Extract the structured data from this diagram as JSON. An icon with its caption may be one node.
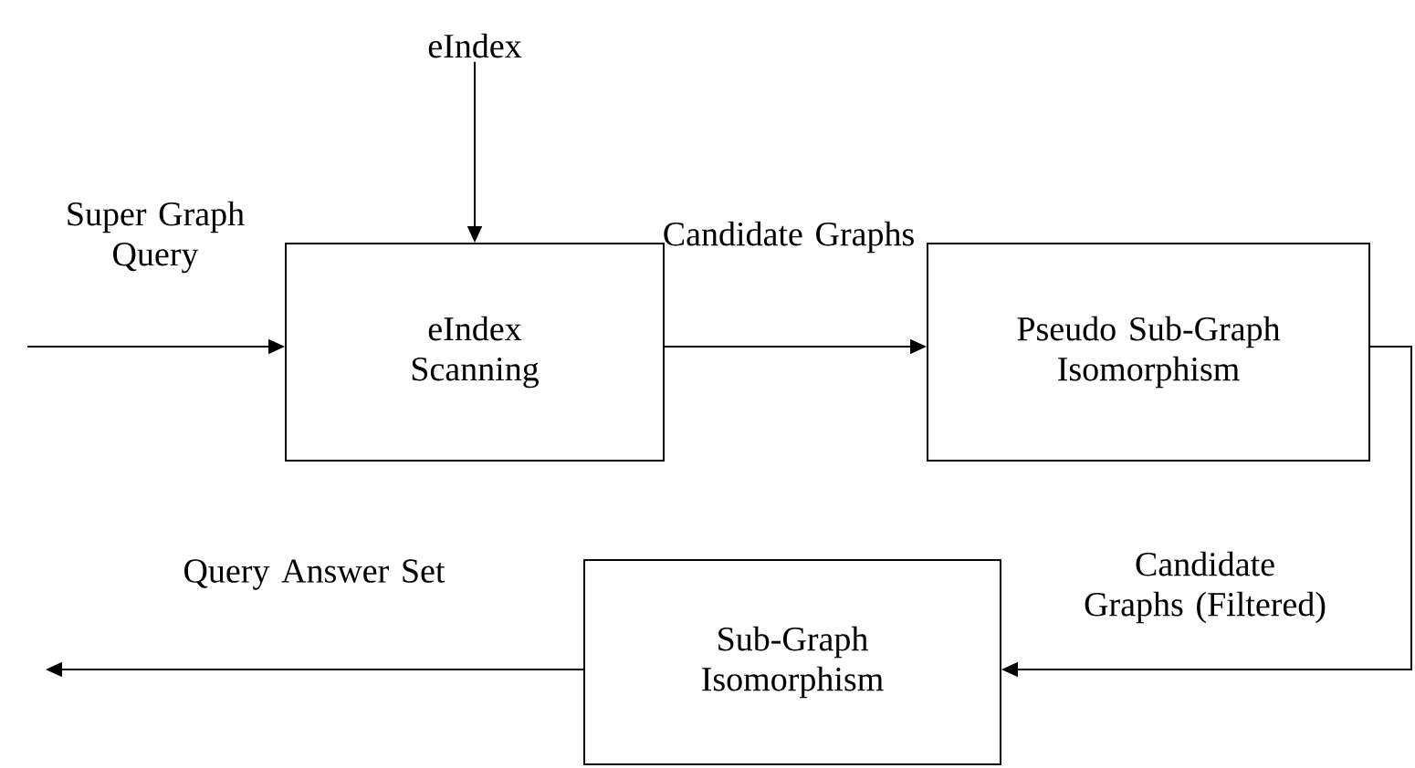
{
  "diagram": {
    "nodes": [
      {
        "text": [
          "eIndex"
        ]
      },
      {
        "text": [
          "eIndex Scanning"
        ]
      },
      {
        "text": [
          "Pseudo Sub-Graph Isomorphism"
        ]
      },
      {
        "text": [
          "Sub-Graph Isomorphism"
        ]
      }
    ],
    "edges": [
      {
        "from": null,
        "to": 1,
        "arrow": "to",
        "label": "Super Graph Query"
      },
      {
        "from": 0,
        "to": 1,
        "arrow": "to"
      },
      {
        "from": 1,
        "to": 2,
        "arrow": "to",
        "label": "Candidate Graphs"
      },
      {
        "from": 2,
        "to": 3,
        "arrow": "to",
        "label": "Candidate Graphs (Filtered)"
      },
      {
        "from": 3,
        "to": null,
        "arrow": "to",
        "label": "Query Answer Set"
      }
    ]
  }
}
